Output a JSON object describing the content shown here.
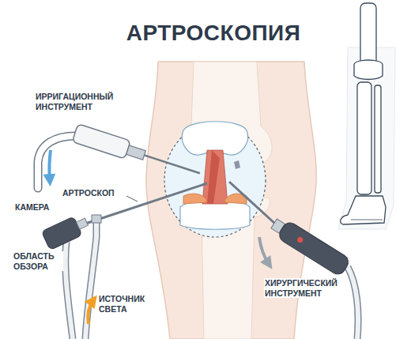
{
  "diagram": {
    "title": "АРТРОСКОПИЯ",
    "labels": [
      "ИРРИГАЦИОННЫЙ ИНСТРУМЕНТ",
      "АРТРОСКОП",
      "КАМЕРА",
      "ОБЛАСТЬ ОБЗОРА",
      "ИСТОЧНИК СВЕТА",
      "ХИРУРГИЧЕСКИЙ ИНСТРУМЕНТ"
    ]
  }
}
